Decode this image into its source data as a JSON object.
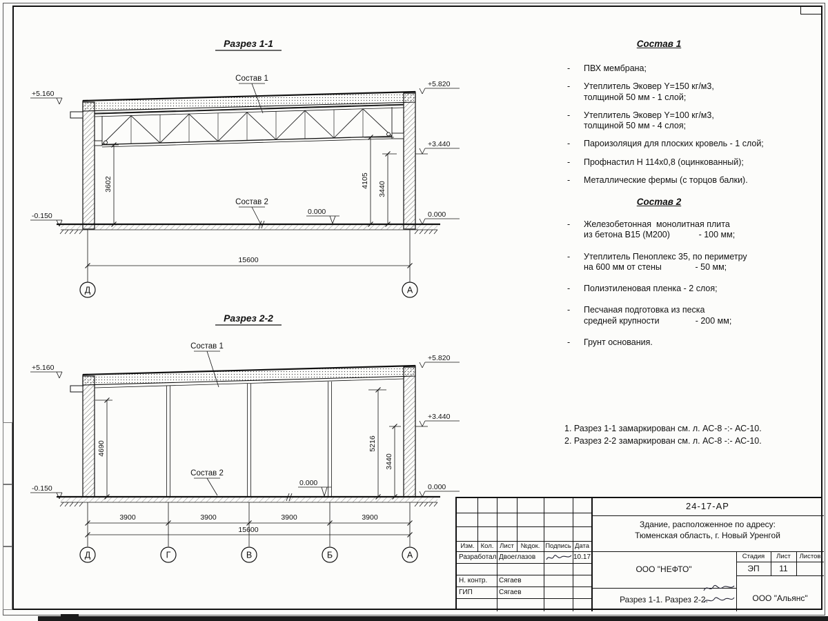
{
  "sheet": {
    "bullet": "-",
    "sostav1_heading": "Состав 1",
    "sostav2_heading": "Состав 2",
    "sostav1_items": [
      "ПВХ мембрана;",
      "Утеплитель Эковер Y=150 кг/м3,\nтолщиной 50 мм - 1 слой;",
      "Утеплитель Эковер Y=100 кг/м3,\nтолщиной 50 мм - 4 слоя;",
      "Пароизоляция для плоских кровель - 1 слой;",
      "Профнастил Н 114х0,8 (оцинкованный);",
      "Металлические фермы (с торцов балки)."
    ],
    "sostav2_items": [
      "Железобетонная  монолитная плита\nиз бетона В15 (М200)            - 100 мм;",
      "Утеплитель Пеноплекс 35, по периметру\nна 600 мм от стены              - 50 мм;",
      "Полиэтиленовая пленка - 2 слоя;",
      "Песчаная подготовка из песка\nсредней крупности               - 200 мм;",
      "Грунт основания."
    ],
    "notes": [
      "1. Разрез 1-1 замаркирован см. л. АС-8 -:- АС-10.",
      "2. Разрез 2-2 замаркирован см. л. АС-8 -:- АС-10."
    ]
  },
  "section1": {
    "title": "Разрез 1-1",
    "sostav1_label": "Состав 1",
    "sostav2_label": "Состав 2",
    "elev_plus5160": "+5.160",
    "elev_minus0150": "-0.150",
    "elev_plus5820": "+5.820",
    "elev_plus3440": "+3.440",
    "elev_zero": "0.000",
    "elev_zero_floor": "0.000",
    "dim_3602": "3602",
    "dim_4105": "4105",
    "dim_3440": "3440",
    "dim_total": "15600",
    "axis_d": "Д",
    "axis_a": "А"
  },
  "section2": {
    "title": "Разрез 2-2",
    "sostav1_label": "Состав 1",
    "sostav2_label": "Состав 2",
    "elev_plus5160": "+5.160",
    "elev_minus0150": "-0.150",
    "elev_plus5820": "+5.820",
    "elev_plus3440": "+3.440",
    "elev_zero": "0.000",
    "elev_zero_floor": "0.000",
    "dim_4690": "4690",
    "dim_5216": "5216",
    "dim_3440": "3440",
    "dim_bays": [
      "3900",
      "3900",
      "3900",
      "3900"
    ],
    "dim_total": "15600",
    "axes": [
      "Д",
      "Г",
      "В",
      "Б",
      "А"
    ]
  },
  "titleblock": {
    "doc_code": "24-17-АР",
    "object_line1": "Здание, расположенное по адресу:",
    "object_line2": "Тюменская область, г. Новый Уренгой",
    "headers": {
      "izm": "Изм.",
      "kol": "Кол.",
      "list": "Лист",
      "ndok": "№док.",
      "podpis": "Подпись",
      "data": "Дата"
    },
    "rows": [
      {
        "role": "Разработал",
        "name": "Двоеглазов",
        "date": "10.17"
      },
      {
        "role": "Н. контр.",
        "name": "Сягаев"
      },
      {
        "role": "ГИП",
        "name": "Сягаев"
      }
    ],
    "org1": "ООО \"НЕФТО\"",
    "stage_header": "Стадия",
    "list_header": "Лист",
    "listov_header": "Листов",
    "stage": "ЭП",
    "sheet_no": "11",
    "drawing_title": "Разрез 1-1. Разрез 2-2.",
    "org2": "ООО \"Альянс\""
  }
}
